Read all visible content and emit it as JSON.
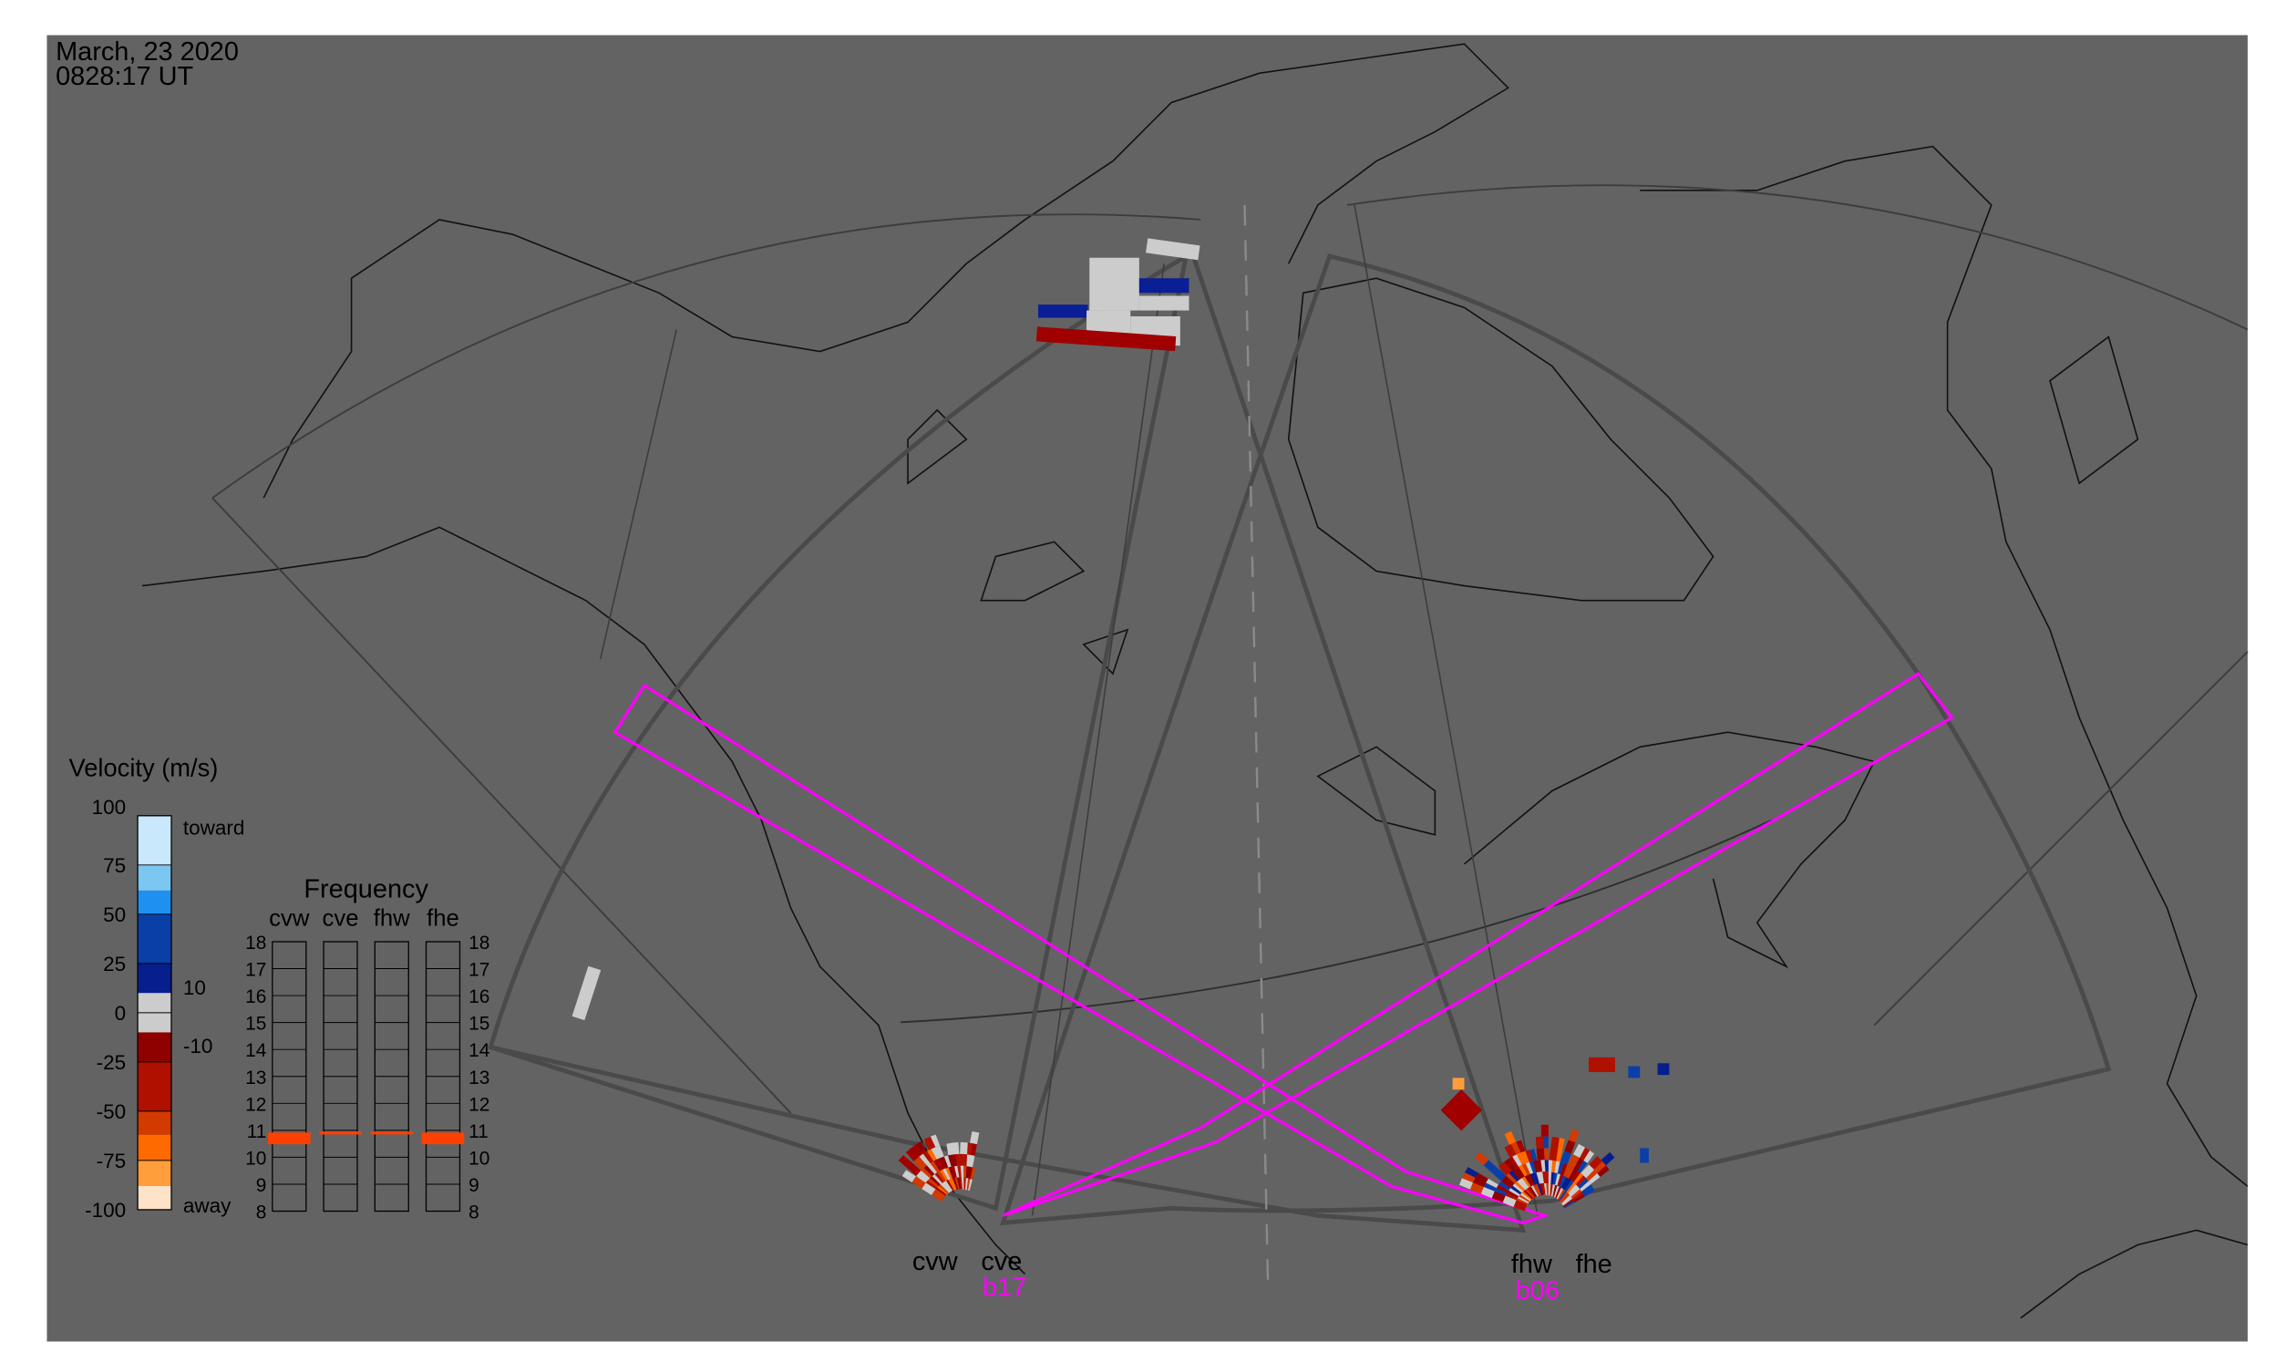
{
  "header": {
    "date": "March, 23 2020",
    "time": "0828:17 UT"
  },
  "legend": {
    "title": "Velocity (m/s)",
    "ticks": [
      "100",
      "75",
      "50",
      "25",
      "0",
      "-25",
      "-50",
      "-75",
      "-100"
    ],
    "toward_label": "toward",
    "away_label": "away",
    "threshold_pos": "10",
    "threshold_neg": "-10",
    "colors": [
      "#c9e8fb",
      "#7cc6f2",
      "#1e90f0",
      "#0066cc",
      "#0a3fa8",
      "#071e8e",
      "#cccccc",
      "#8f0000",
      "#b01000",
      "#d23a00",
      "#ff6a00",
      "#ff9e3a",
      "#ffe3c8"
    ]
  },
  "frequency": {
    "title": "Frequency",
    "columns": [
      "cvw",
      "cve",
      "fhw",
      "fhe"
    ],
    "ticks": [
      "18",
      "17",
      "16",
      "15",
      "14",
      "13",
      "12",
      "11",
      "10",
      "9",
      "8"
    ],
    "values_mhz": [
      10.7,
      10.9,
      10.9,
      10.7
    ],
    "range": [
      8,
      18
    ],
    "marker_color": "#ff4000"
  },
  "radars": [
    {
      "label_w": "cvw",
      "label_e": "cve",
      "beam": "b17"
    },
    {
      "label_w": "fhw",
      "label_e": "fhe",
      "beam": "b06"
    }
  ],
  "colors": {
    "map_bg": "#636363",
    "beam": "#ff00ff",
    "fov": "#4a4a4a"
  }
}
